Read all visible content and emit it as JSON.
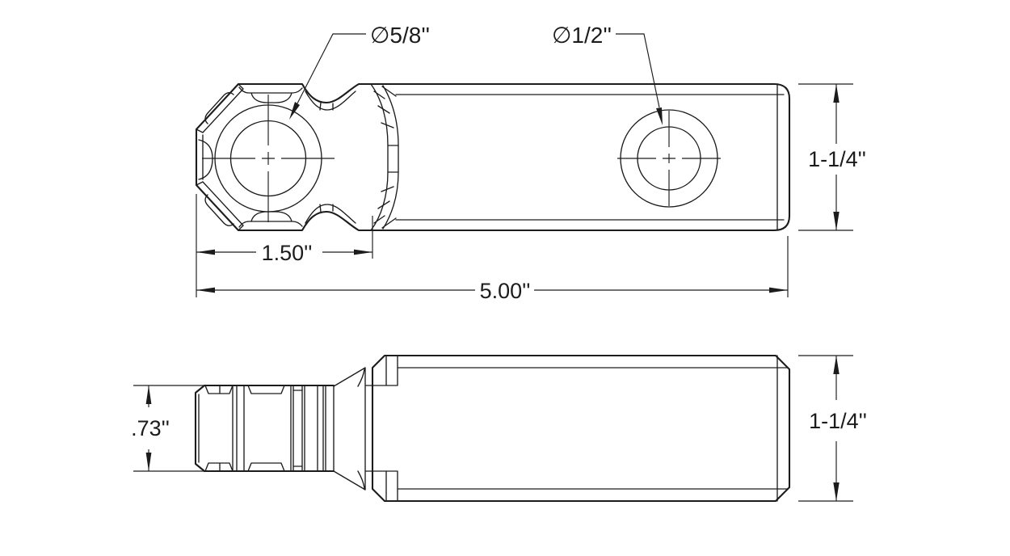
{
  "colors": {
    "background": "#ffffff",
    "line": "#1c1c1c"
  },
  "top_view": {
    "large_hole_diameter": "∅5/8''",
    "small_hole_diameter": "∅1/2''",
    "bar_height": "1-1/4''",
    "head_length": "1.50''",
    "overall_length": "5.00''"
  },
  "side_view": {
    "head_thickness": ".73''",
    "bar_height": "1-1/4''"
  }
}
